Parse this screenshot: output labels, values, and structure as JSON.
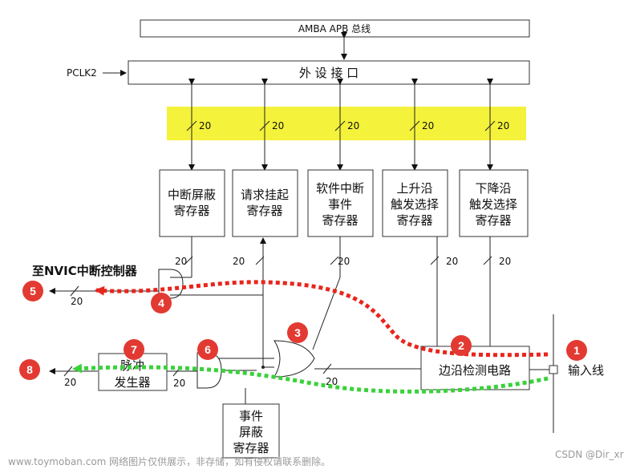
{
  "bus": {
    "label": "AMBA APB 总线"
  },
  "pclk": {
    "label": "PCLK2"
  },
  "interface": {
    "label": "外 设 接 口"
  },
  "bus_width": "20",
  "registers": [
    {
      "line1": "中断屏蔽",
      "line2": "寄存器",
      "line3": ""
    },
    {
      "line1": "请求挂起",
      "line2": "寄存器",
      "line3": ""
    },
    {
      "line1": "软件中断",
      "line2": "事件",
      "line3": "寄存器"
    },
    {
      "line1": "上升沿",
      "line2": "触发选择",
      "line3": "寄存器"
    },
    {
      "line1": "下降沿",
      "line2": "触发选择",
      "line3": "寄存器"
    }
  ],
  "nvic": {
    "label": "至NVIC中断控制器"
  },
  "pulse_generator": {
    "line1": "脉冲",
    "line2": "发生器"
  },
  "event_mask": {
    "line1": "事件",
    "line2": "屏蔽",
    "line3": "寄存器"
  },
  "edge_detect": {
    "label": "边沿检测电路"
  },
  "input_line": {
    "label": "输入线"
  },
  "badges": [
    "1",
    "2",
    "3",
    "4",
    "5",
    "6",
    "7",
    "8"
  ],
  "colors": {
    "highlight": "#f4f23a",
    "badge": "#e23a32",
    "red_path": "#e8251c",
    "green_path": "#39d23a"
  },
  "watermark": {
    "left": "www.toymoban.com 网络图片仅供展示，非存储，如有侵权请联系删除。",
    "right": "CSDN @Dir_xr"
  }
}
